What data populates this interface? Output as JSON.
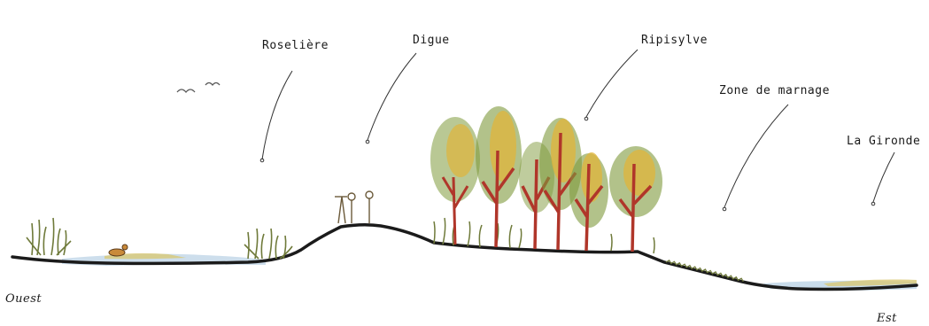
{
  "labels": {
    "roseliere": "Roselière",
    "digue": "Digue",
    "ripisylve": "Ripisylve",
    "zone_marnage": "Zone de marnage",
    "gironde": "La Gironde",
    "ouest": "Ouest",
    "est": "Est"
  },
  "colors": {
    "ground": "#1b1b1b",
    "water": "#bcd3e6",
    "reed": "#6f7a3a",
    "trunk": "#b0362a",
    "foliage_green": "#7f9a3c",
    "foliage_yellow": "#e0b43a",
    "sand": "#d8c877"
  }
}
